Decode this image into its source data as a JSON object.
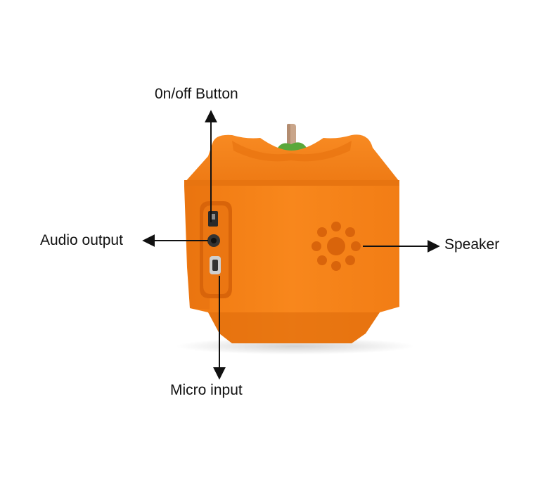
{
  "labels": {
    "onoff": "0n/off Button",
    "audio_output": "Audio output",
    "speaker": "Speaker",
    "micro_input": "Micro input"
  },
  "colors": {
    "body": "#f57f17",
    "body_shade": "#e0700f",
    "body_dark": "#c9600a",
    "stem": "#c9a58a",
    "leaf": "#5aa83a",
    "arrow": "#111111"
  },
  "icons": [
    "pumpkin-speaker-image",
    "arrow-icon"
  ]
}
